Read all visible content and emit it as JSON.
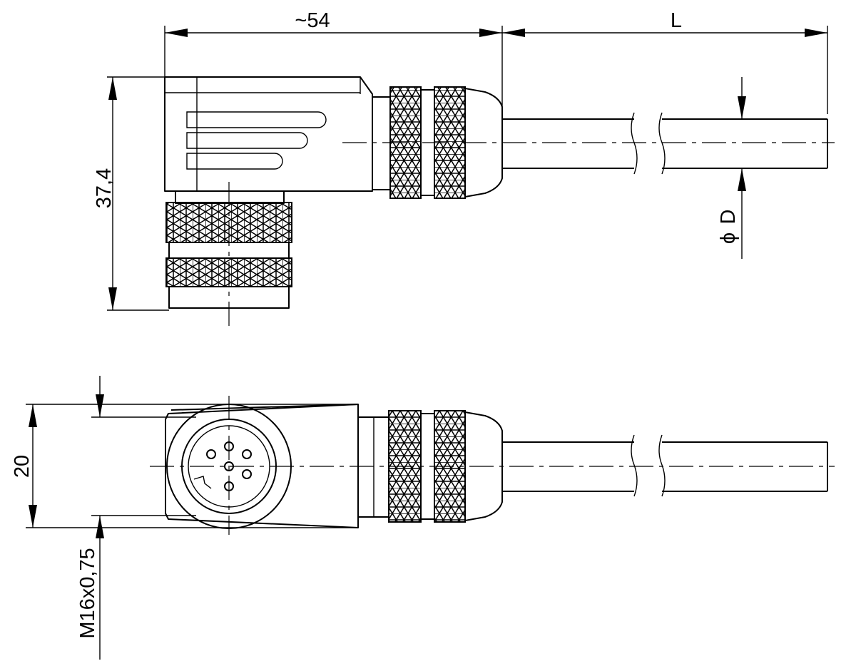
{
  "drawing": {
    "dimensions": {
      "length_approx": "~54",
      "cable_length": "L",
      "height": "37,4",
      "diameter_symbol": "ϕ",
      "diameter": "D",
      "width": "20",
      "thread": "M16x0,75"
    }
  }
}
